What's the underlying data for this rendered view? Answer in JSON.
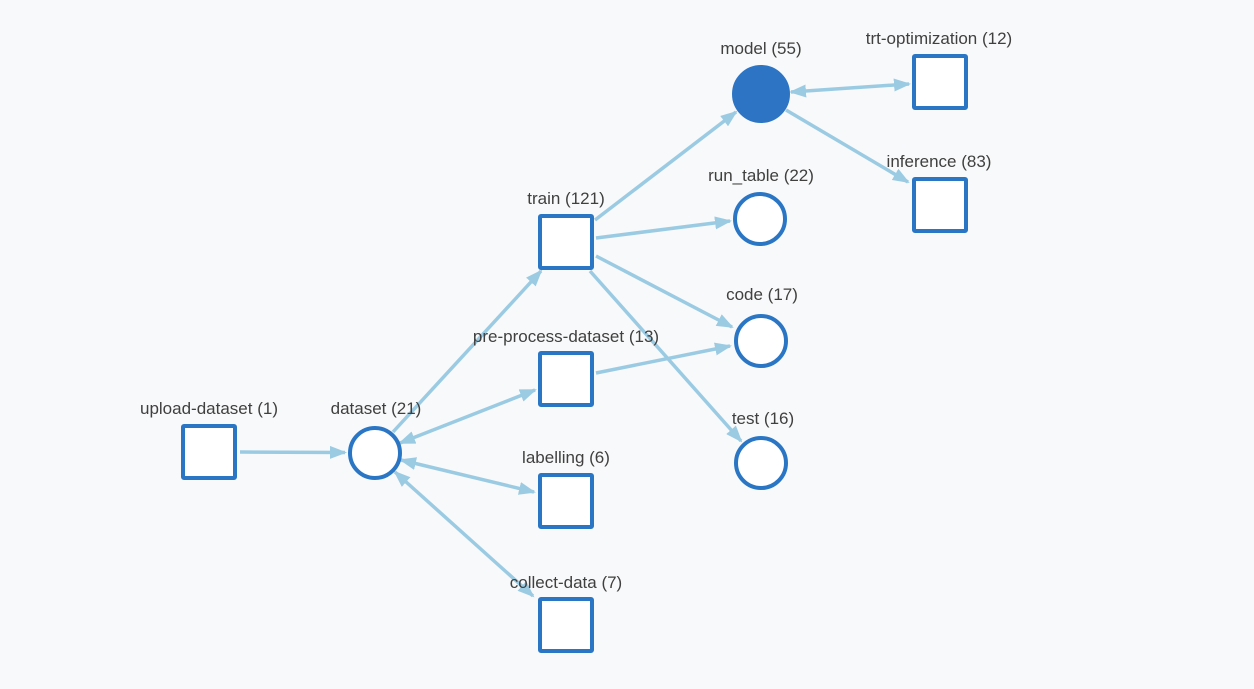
{
  "app": {
    "background_color": "#f8f9fa"
  },
  "theme": {
    "node_border_color": "#2a76c5",
    "node_fill_color": "#ffffff",
    "selected_node_fill_color": "#2d75c4",
    "edge_color": "#9bcbe3",
    "label_color": "#404040"
  },
  "graph": {
    "nodes": [
      {
        "id": "upload-dataset",
        "label": "upload-dataset (1)",
        "count": 1,
        "shape": "square",
        "filled": false
      },
      {
        "id": "dataset",
        "label": "dataset (21)",
        "count": 21,
        "shape": "circle",
        "filled": false
      },
      {
        "id": "pre-process-dataset",
        "label": "pre-process-dataset (13)",
        "count": 13,
        "shape": "square",
        "filled": false
      },
      {
        "id": "labelling",
        "label": "labelling (6)",
        "count": 6,
        "shape": "square",
        "filled": false
      },
      {
        "id": "collect-data",
        "label": "collect-data (7)",
        "count": 7,
        "shape": "square",
        "filled": false
      },
      {
        "id": "train",
        "label": "train (121)",
        "count": 121,
        "shape": "square",
        "filled": false
      },
      {
        "id": "run_table",
        "label": "run_table (22)",
        "count": 22,
        "shape": "circle",
        "filled": false
      },
      {
        "id": "code",
        "label": "code (17)",
        "count": 17,
        "shape": "circle",
        "filled": false
      },
      {
        "id": "test",
        "label": "test (16)",
        "count": 16,
        "shape": "circle",
        "filled": false
      },
      {
        "id": "model",
        "label": "model (55)",
        "count": 55,
        "shape": "circle",
        "filled": true
      },
      {
        "id": "trt-optimization",
        "label": "trt-optimization (12)",
        "count": 12,
        "shape": "square",
        "filled": false
      },
      {
        "id": "inference",
        "label": "inference (83)",
        "count": 83,
        "shape": "square",
        "filled": false
      }
    ],
    "edges": [
      {
        "from": "upload-dataset",
        "to": "dataset",
        "direction": "forward"
      },
      {
        "from": "dataset",
        "to": "pre-process-dataset",
        "direction": "both"
      },
      {
        "from": "dataset",
        "to": "labelling",
        "direction": "both"
      },
      {
        "from": "dataset",
        "to": "collect-data",
        "direction": "both"
      },
      {
        "from": "dataset",
        "to": "train",
        "direction": "forward"
      },
      {
        "from": "train",
        "to": "model",
        "direction": "forward"
      },
      {
        "from": "train",
        "to": "run_table",
        "direction": "forward"
      },
      {
        "from": "train",
        "to": "code",
        "direction": "forward"
      },
      {
        "from": "train",
        "to": "test",
        "direction": "forward"
      },
      {
        "from": "pre-process-dataset",
        "to": "code",
        "direction": "forward"
      },
      {
        "from": "model",
        "to": "trt-optimization",
        "direction": "both"
      },
      {
        "from": "model",
        "to": "inference",
        "direction": "forward"
      }
    ]
  }
}
